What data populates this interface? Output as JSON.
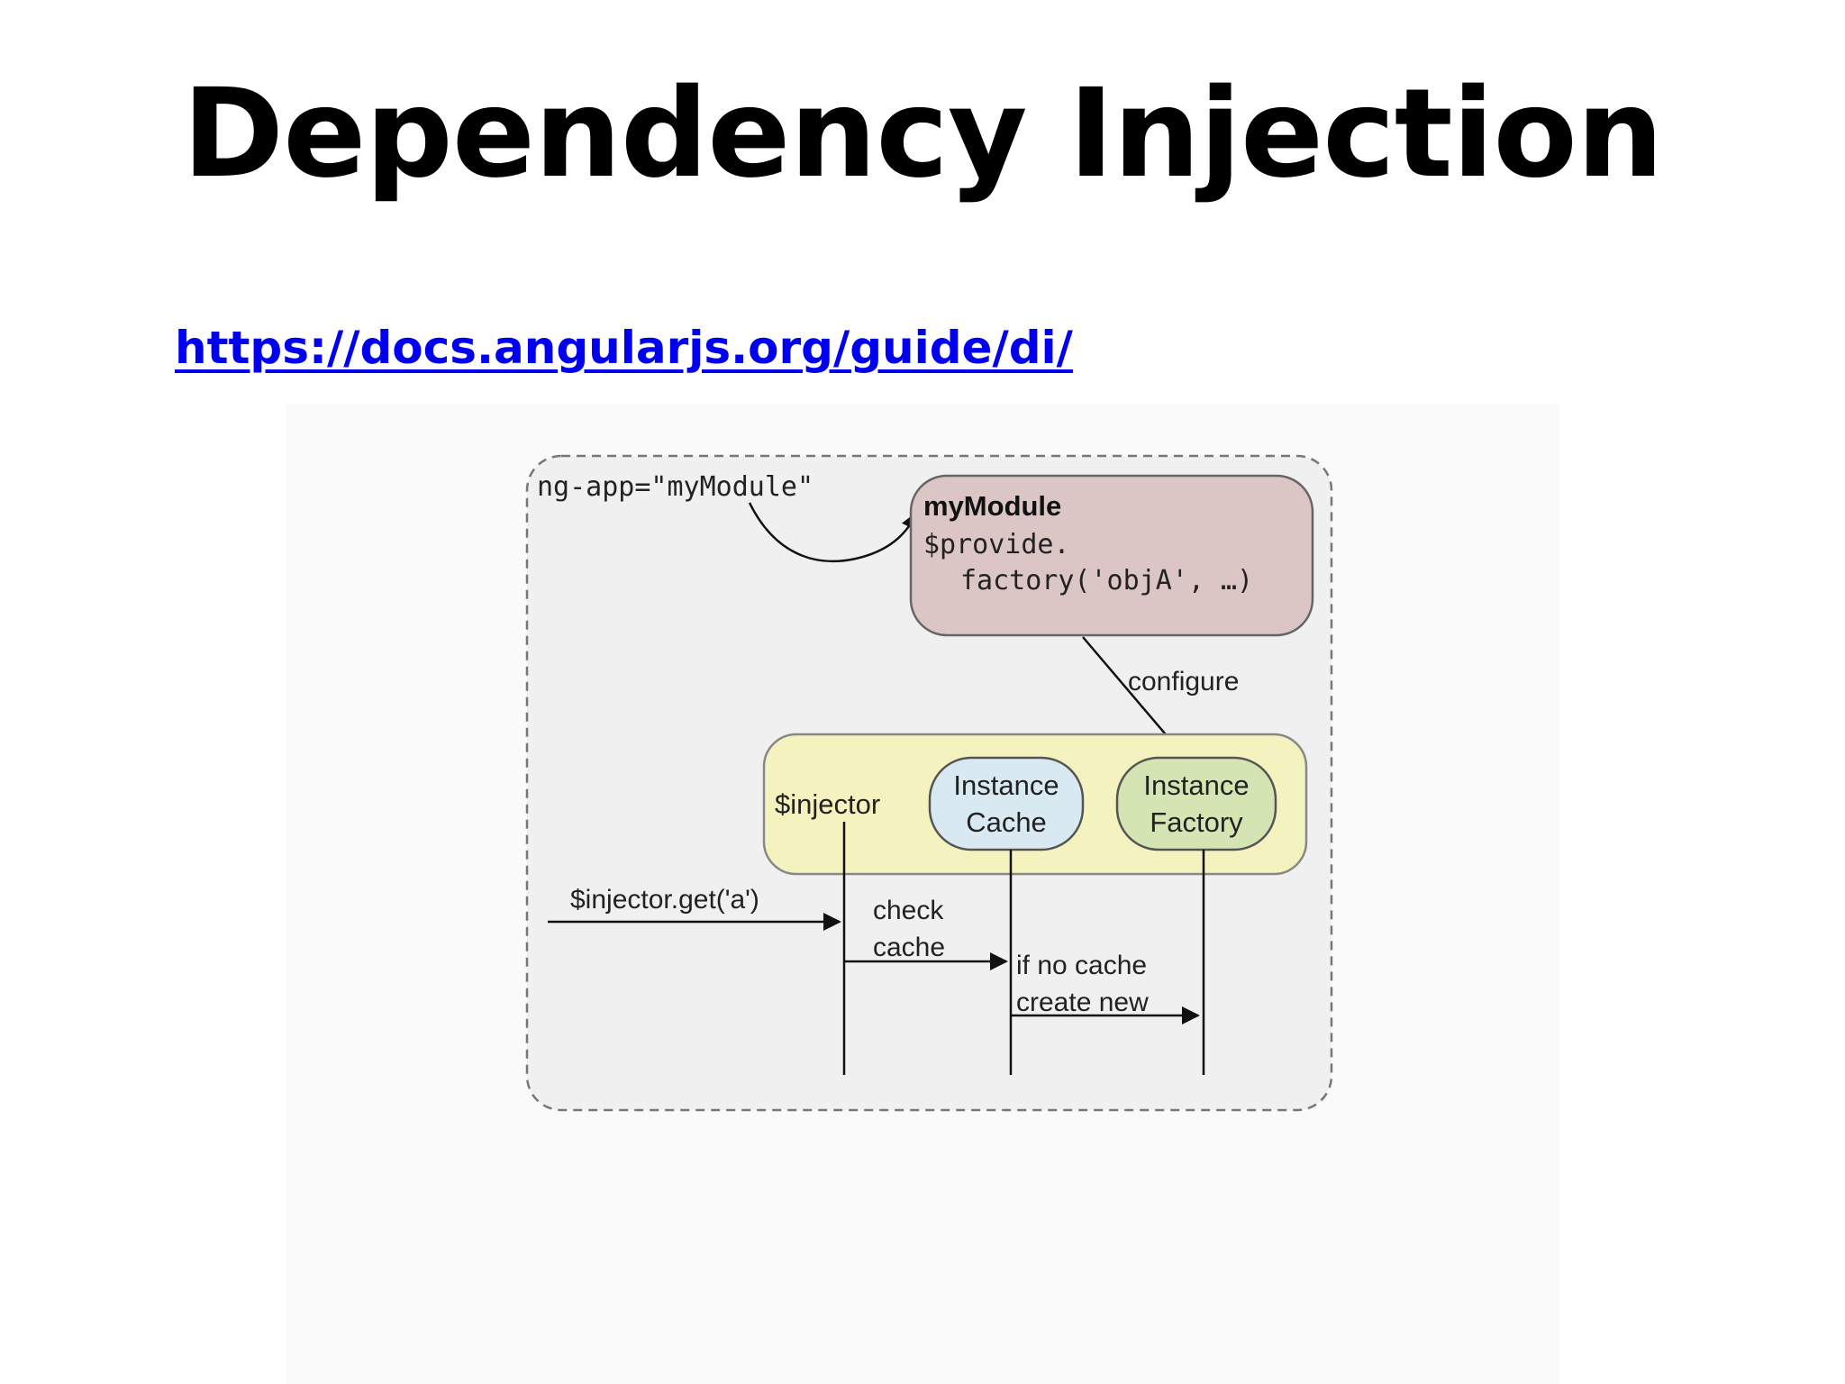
{
  "slide": {
    "title": "Dependency Injection",
    "link": "https://docs.angularjs.org/guide/di/"
  },
  "diagram": {
    "ng_app_label": "ng-app=\"myModule\"",
    "module": {
      "title": "myModule",
      "line1": "$provide.",
      "line2": "factory('objA', …)"
    },
    "configure_label": "configure",
    "injector_label": "$injector",
    "instance_cache": {
      "line1": "Instance",
      "line2": "Cache"
    },
    "instance_factory": {
      "line1": "Instance",
      "line2": "Factory"
    },
    "get_call_label": "$injector.get('a')",
    "check_cache": {
      "line1": "check",
      "line2": "cache"
    },
    "no_cache": {
      "line1": "if no cache",
      "line2": "create new"
    },
    "colors": {
      "outer_fill": "#f1f0f0",
      "module_fill": "#dcc5c5",
      "injector_fill": "#f4f3c0",
      "cache_fill": "#d9e9f1",
      "factory_fill": "#d5e4b3",
      "stroke": "#555555"
    }
  }
}
